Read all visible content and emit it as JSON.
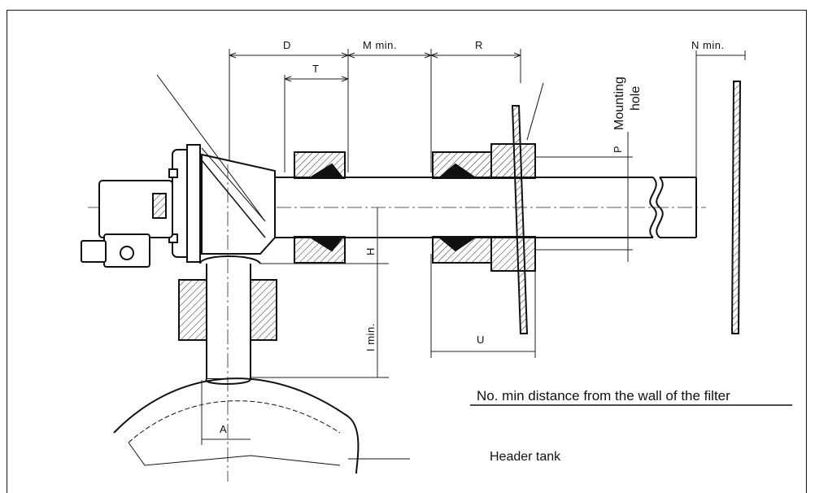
{
  "dimensions": {
    "D": "D",
    "M": "M  min.",
    "R": "R",
    "T": "T",
    "N": "N  min.",
    "P": "P",
    "H": "H",
    "I": "I  min.",
    "U": "U",
    "A": "A"
  },
  "labels": {
    "mounting": "Mounting",
    "hole": "hole",
    "note": "No. min distance from the wall of the filter",
    "header_tank": "Header tank"
  }
}
